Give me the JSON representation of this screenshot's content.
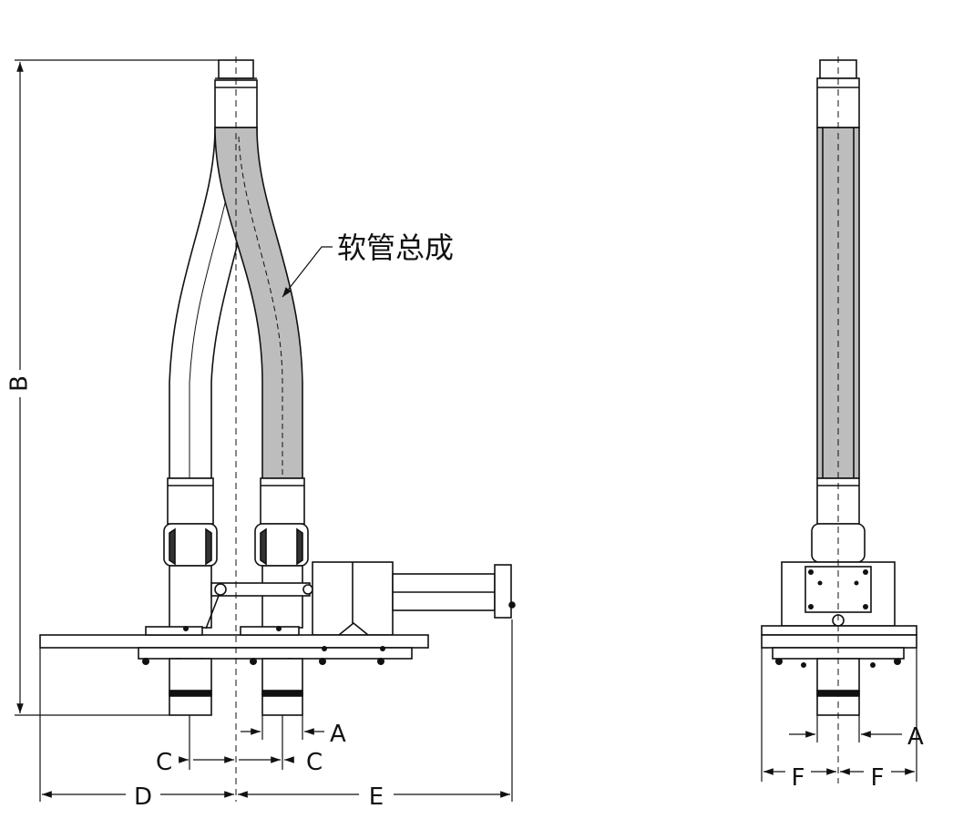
{
  "callout": {
    "hose_assembly": "软管总成"
  },
  "dimensions": {
    "A_front": "A",
    "A_side": "A",
    "B": "B",
    "C_left": "C",
    "C_right": "C",
    "D": "D",
    "E": "E",
    "F_left": "F",
    "F_right": "F"
  },
  "colors": {
    "line": "#111111",
    "hose_fill": "#bdbdbd",
    "paper": "#ffffff"
  }
}
